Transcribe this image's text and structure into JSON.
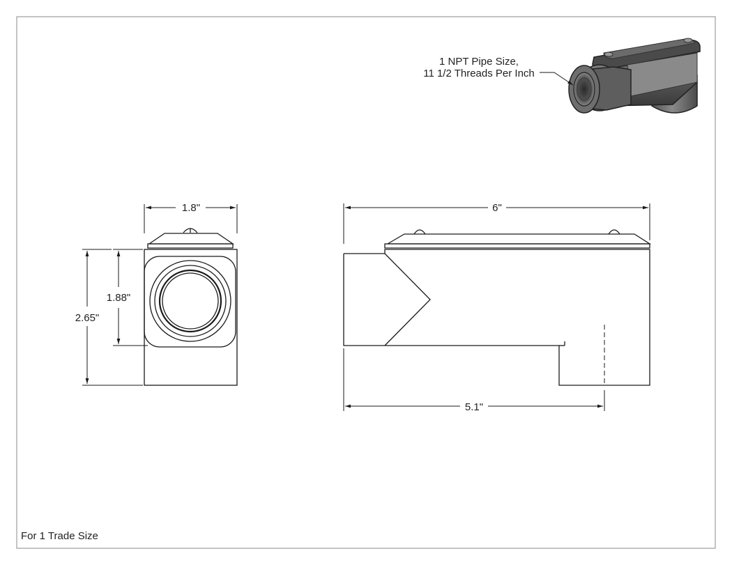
{
  "callout": {
    "line1": "1 NPT Pipe Size,",
    "line2": "11 1/2 Threads Per Inch"
  },
  "dimensions": {
    "front_width": "1.8\"",
    "front_opening_height": "1.88\"",
    "front_total_height": "2.65\"",
    "side_total_length": "6\"",
    "side_base_length": "5.1\""
  },
  "footer": {
    "note": "For 1 Trade Size"
  },
  "colors": {
    "line": "#1a1a1a",
    "body_dark": "#3a3a3a",
    "body_mid": "#6a6a6a",
    "body_light": "#9a9a9a"
  }
}
